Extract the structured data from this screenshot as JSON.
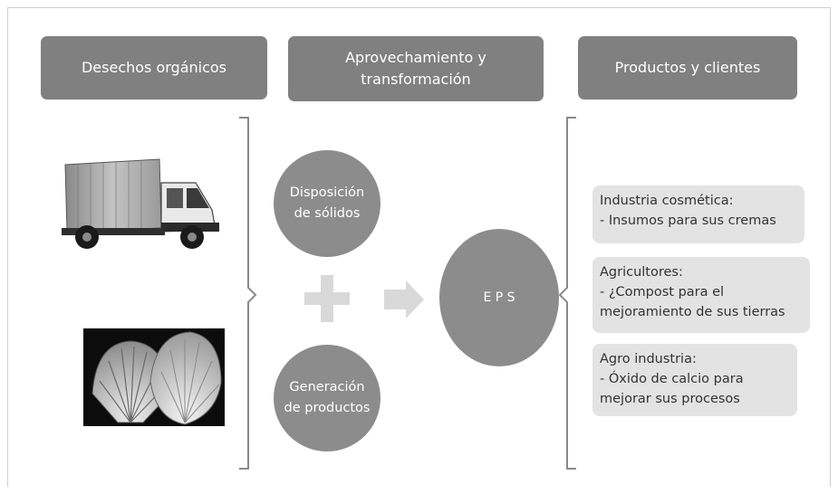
{
  "headers": {
    "waste": "Desechos orgánicos",
    "processing_line1": "Aprovechamiento y",
    "processing_line2": "transformación",
    "clients": "Productos y clientes"
  },
  "circles": {
    "disposal_line1": "Disposición",
    "disposal_line2": "de sólidos",
    "generation_line1": "Generación",
    "generation_line2": "de productos",
    "eps": "E P S"
  },
  "products": [
    {
      "title": "Industria cosmética:",
      "detail1": "- Insumos para sus cremas"
    },
    {
      "title": "Agricultores:",
      "detail1": "- ¿Compost para el",
      "detail2": "mejoramiento de sus tierras"
    },
    {
      "title": "Agro industria:",
      "detail1": "- Óxido de calcio para",
      "detail2": "mejorar sus procesos"
    }
  ],
  "icons": {
    "truck": "truck-icon",
    "shells": "seashell-icon",
    "plus": "plus-icon",
    "arrow": "arrow-right-icon"
  },
  "colors": {
    "header_fill": "#808080",
    "circle_fill": "#8c8c8c",
    "product_fill": "#e3e3e3",
    "symbol_fill": "#d9d9d9"
  }
}
